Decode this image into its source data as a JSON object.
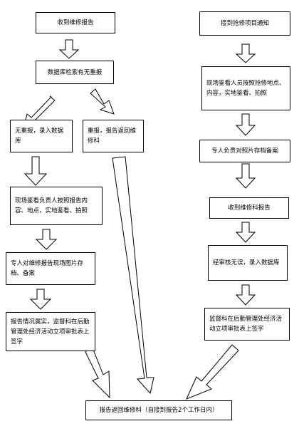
{
  "flow_left": {
    "receive_report": "收到维修报告",
    "check_database": "数据库检索有无重报",
    "no_duplicate": "无重报，录入数据库",
    "duplicate_return": "重报，报告返回维修科",
    "onsite_verify": "现场鉴看负责人按照报告内容、地点，实地鉴看、拍照",
    "archive_photos": "专人对维修报告现场图片存档、备案",
    "submit_approval": "报告情况属实，监督科在后勤管理处经济活动立项审批表上签字"
  },
  "flow_right": {
    "receive_emergency": "接到抢修项目通知",
    "onsite_emergency": "现场鉴看人员按照抢修地点、内容，实地鉴看、拍照",
    "archive_photos": "专人负责对照片存档备案",
    "receive_report": "收到维修科报告",
    "verify_record": "经审核无误，录入数据库",
    "submit_approval": "监督科在后勤管理处经济活动立项审批表上签字"
  },
  "final": {
    "return_report": "报告返回维修科（自接到报告2个工作日内）"
  }
}
